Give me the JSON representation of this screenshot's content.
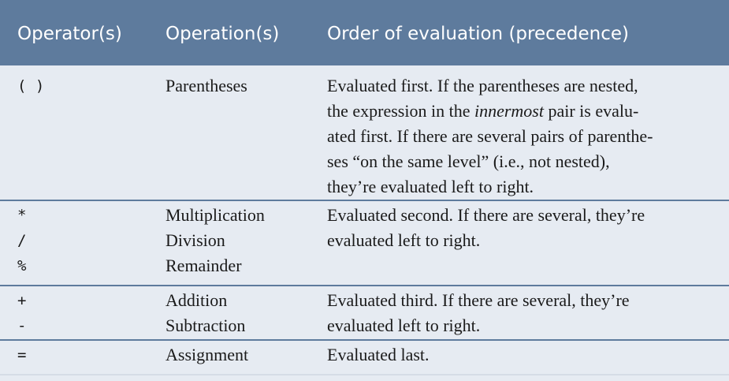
{
  "header": {
    "col1": "Operator(s)",
    "col2": "Operation(s)",
    "col3": "Order of evaluation (precedence)"
  },
  "rows": [
    {
      "operators": [
        "( )"
      ],
      "operations": [
        "Parentheses"
      ],
      "evaluation": [
        "Evaluated first. If the parentheses are nested,",
        [
          "the expression in the ",
          "innermost",
          " pair is evalu-"
        ],
        "ated first. If there are several pairs of parenthe-",
        "ses “on the same level” (i.e., not nested),",
        "they’re evaluated left to right."
      ]
    },
    {
      "operators": [
        "*",
        "/",
        "%"
      ],
      "operations": [
        "Multiplication",
        "Division",
        "Remainder"
      ],
      "evaluation": [
        "Evaluated second. If there are several, they’re",
        "evaluated left to right."
      ]
    },
    {
      "operators": [
        "+",
        "-"
      ],
      "operations": [
        "Addition",
        "Subtraction"
      ],
      "evaluation": [
        "Evaluated third. If there are several, they’re",
        "evaluated left to right."
      ]
    },
    {
      "operators": [
        "="
      ],
      "operations": [
        "Assignment"
      ],
      "evaluation": [
        "Evaluated last."
      ]
    }
  ]
}
